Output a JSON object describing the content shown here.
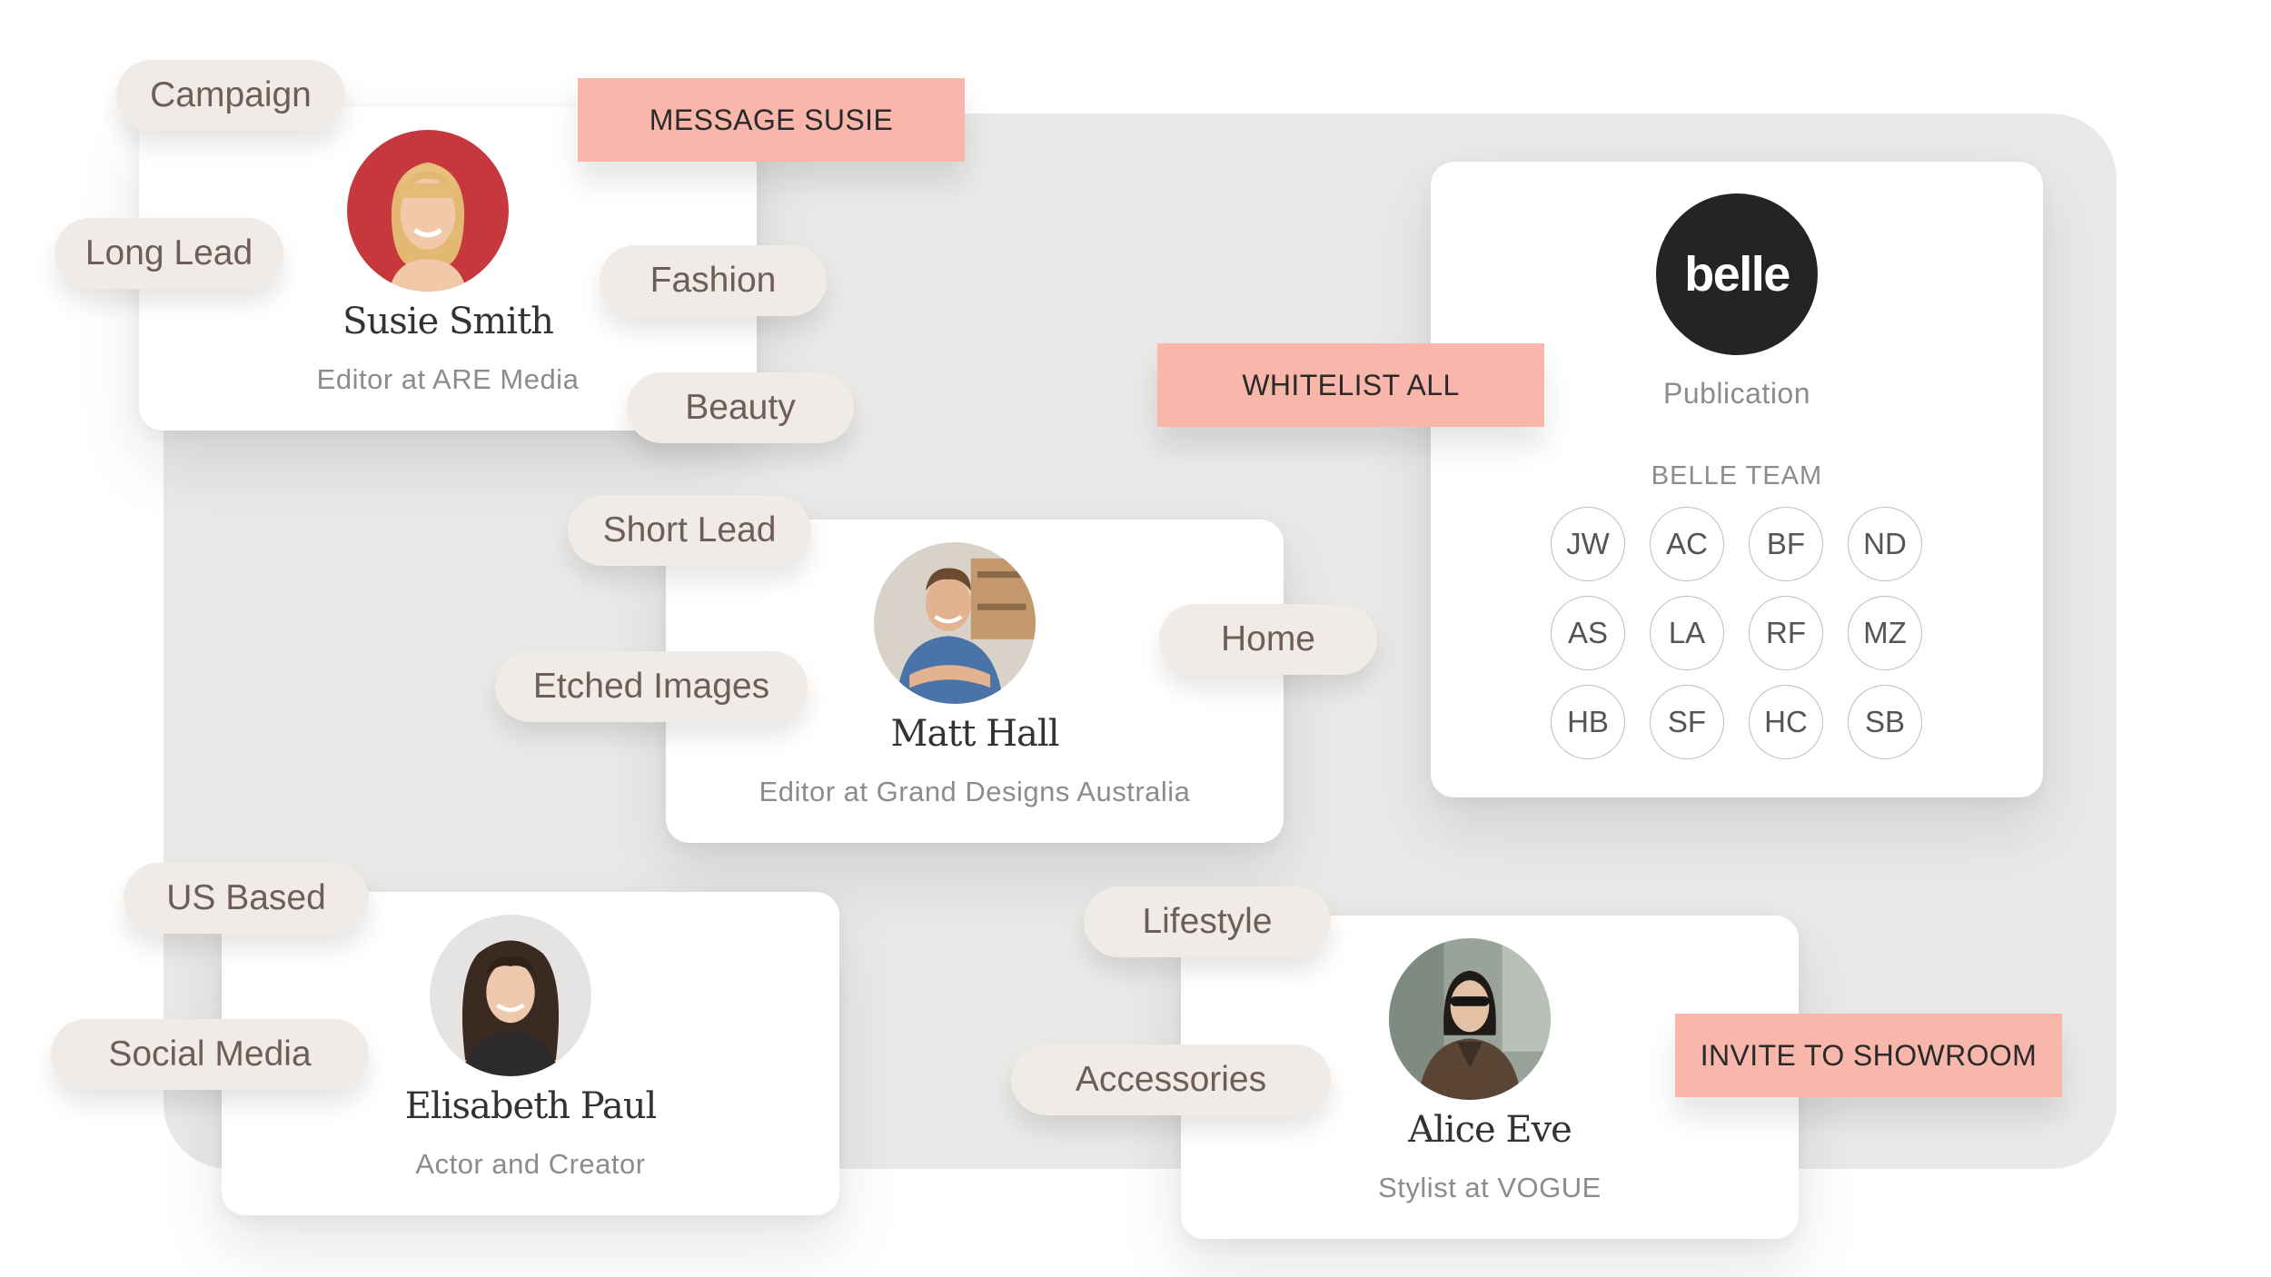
{
  "contacts": {
    "susie": {
      "name": "Susie Smith",
      "role": "Editor at ARE Media",
      "tags": [
        "Campaign",
        "Long Lead",
        "Fashion",
        "Beauty"
      ],
      "action": "MESSAGE SUSIE"
    },
    "matt": {
      "name": "Matt Hall",
      "role": "Editor at Grand Designs Australia",
      "tags": [
        "Short Lead",
        "Etched Images",
        "Home"
      ]
    },
    "elisabeth": {
      "name": "Elisabeth Paul",
      "role": "Actor and Creator",
      "tags": [
        "US Based",
        "Social Media"
      ]
    },
    "alice": {
      "name": "Alice Eve",
      "role": "Stylist at VOGUE",
      "tags": [
        "Lifestyle",
        "Accessories"
      ],
      "action": "INVITE TO SHOWROOM"
    }
  },
  "publication": {
    "logo_text": "belle",
    "type_label": "Publication",
    "action": "WHITELIST ALL",
    "team_title": "BELLE TEAM",
    "members": [
      "JW",
      "AC",
      "BF",
      "ND",
      "AS",
      "LA",
      "RF",
      "MZ",
      "HB",
      "SF",
      "HC",
      "SB"
    ]
  },
  "colors": {
    "action_bg": "#f8b7aa",
    "tag_bg": "#f1ebe7",
    "panel_bg": "#e9e9e8",
    "logo_bg": "#242424"
  }
}
